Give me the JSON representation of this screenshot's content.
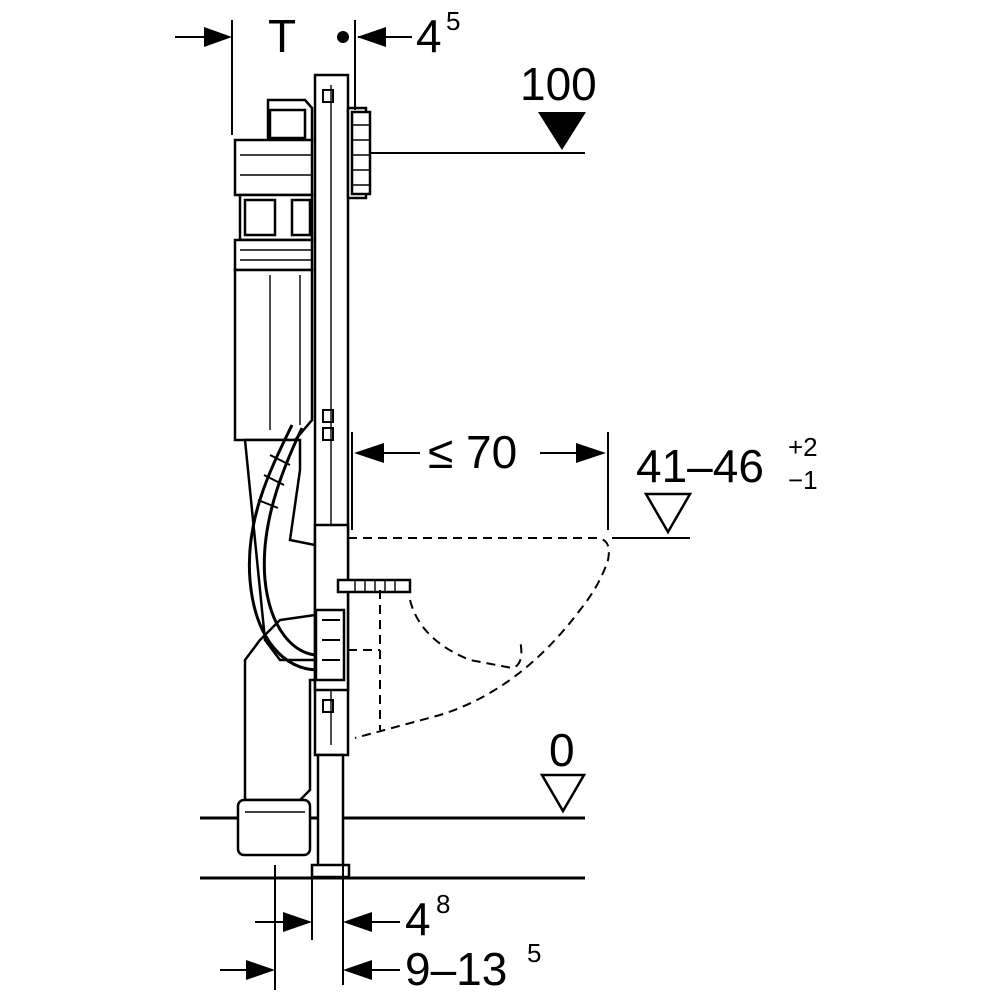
{
  "dimensions": {
    "top_t": "T",
    "top_offset_base": "4",
    "top_offset_sup": "5",
    "flush_height": "100",
    "projection": "≤ 70",
    "seat_height_base": "41–46",
    "seat_height_sup": "+2",
    "seat_height_sub": "−1",
    "floor_level": "0",
    "foot_width_base": "4",
    "foot_width_sup": "8",
    "foot_range_base": "9–13",
    "foot_range_sup": "5"
  }
}
